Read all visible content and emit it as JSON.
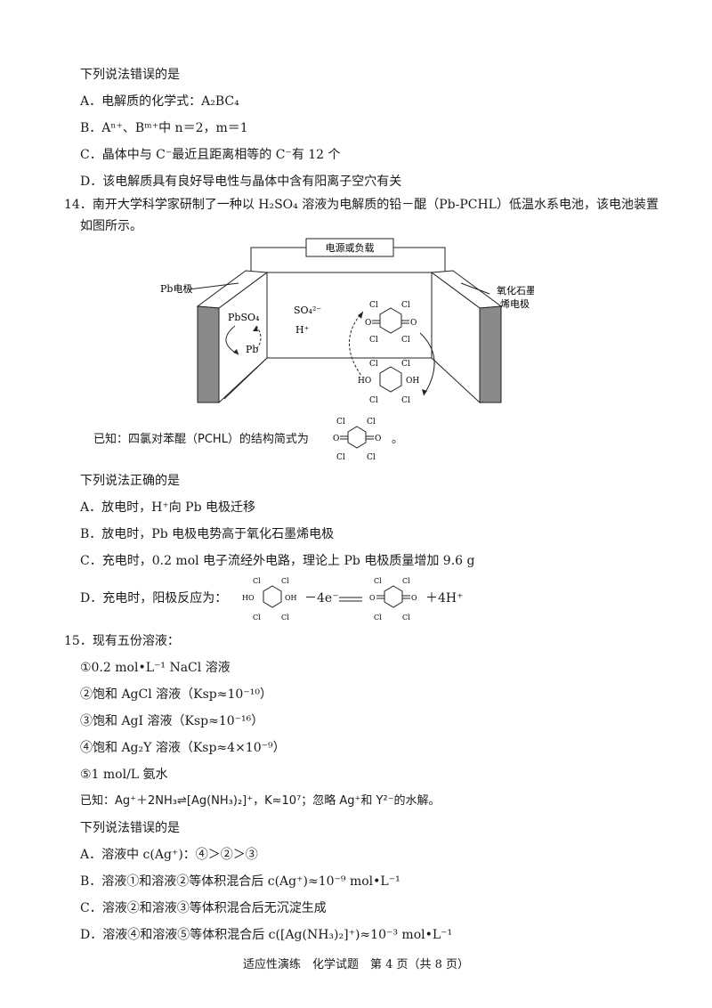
{
  "q13": {
    "stem": "下列说法错误的是",
    "A": "A．电解质的化学式：A₂BC₄",
    "B": "B．Aⁿ⁺、Bᵐ⁺中 n＝2，m＝1",
    "C": "C．晶体中与 C⁻最近且距离相等的 C⁻有 12 个",
    "D": "D．该电解质具有良好导电性与晶体中含有阳离子空穴有关"
  },
  "q14": {
    "line1": "14．南开大学科学家研制了一种以 H₂SO₄ 溶液为电解质的铅－醌（Pb-PCHL）低温水系电池，该电池装置",
    "line2": "如图所示。",
    "diagram": {
      "top_label": "电源或负载",
      "left_electrode": "Pb电极",
      "right_electrode_1": "氧化石墨",
      "right_electrode_2": "烯电极",
      "pbso4": "PbSO₄",
      "pb": "Pb",
      "so4": "SO₄²⁻",
      "h": "H⁺",
      "cl": "Cl",
      "o": "O",
      "ho": "HO",
      "oh": "OH"
    },
    "known_prefix": "已知：四氯对苯醌（PCHL）的结构简式为",
    "known_suffix": "。",
    "stem": "下列说法正确的是",
    "A": "A．放电时，H⁺向 Pb 电极迁移",
    "B": "B．放电时，Pb 电极电势高于氧化石墨烯电极",
    "C": "C．充电时，0.2 mol 电子流经外电路，理论上 Pb 电极质量增加 9.6 g",
    "D_prefix": "D．充电时，阳极反应为：",
    "D_mid": "－4e⁻",
    "D_suffix": "＋4H⁺"
  },
  "q15": {
    "line1": "15．现有五份溶液：",
    "s1": "①0.2 mol•L⁻¹ NaCl 溶液",
    "s2": "②饱和 AgCl 溶液（Ksp≈10⁻¹⁰）",
    "s3": "③饱和 AgI 溶液（Ksp≈10⁻¹⁶）",
    "s4": "④饱和 Ag₂Y 溶液（Ksp≈4×10⁻⁹）",
    "s5": "⑤1 mol/L 氨水",
    "known": "已知：Ag⁺＋2NH₃⇌[Ag(NH₃)₂]⁺，K≈10⁷；忽略 Ag⁺和 Y²⁻的水解。",
    "stem": "下列说法错误的是",
    "A": "A．溶液中 c(Ag⁺)：④＞②＞③",
    "B": "B．溶液①和溶液②等体积混合后 c(Ag⁺)≈10⁻⁹ mol•L⁻¹",
    "C": "C．溶液②和溶液③等体积混合后无沉淀生成",
    "D": "D．溶液④和溶液⑤等体积混合后 c([Ag(NH₃)₂]⁺)≈10⁻³ mol•L⁻¹"
  },
  "footer": "适应性演练　化学试题　第 4 页（共 8 页）"
}
